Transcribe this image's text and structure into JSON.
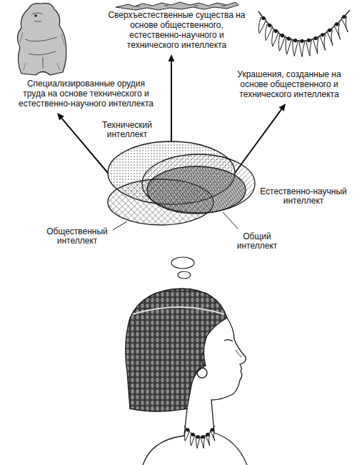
{
  "diagram": {
    "nodes": [
      {
        "text": [
          "Специализированные орудия труда на основе технического и естественно-научного интеллекта"
        ]
      },
      {
        "text": [
          "Сверхъестественные существа на основе общественного, естественно-научного и технического интеллекта"
        ]
      },
      {
        "text": [
          "Украшения, созданные на основе общественного и технического интеллекта"
        ]
      },
      {
        "text": [
          "Технический интеллект"
        ]
      },
      {
        "text": [
          "Естественно-научный интеллект"
        ]
      },
      {
        "text": [
          "Общественный интеллект"
        ]
      },
      {
        "text": [
          "Общий интеллект"
        ]
      }
    ],
    "edges": [
      {
        "from": 3,
        "to": 0,
        "arrow": "to"
      },
      {
        "from": 3,
        "to": 1,
        "arrow": "to"
      },
      {
        "from": 3,
        "to": 2,
        "arrow": "to"
      }
    ]
  }
}
